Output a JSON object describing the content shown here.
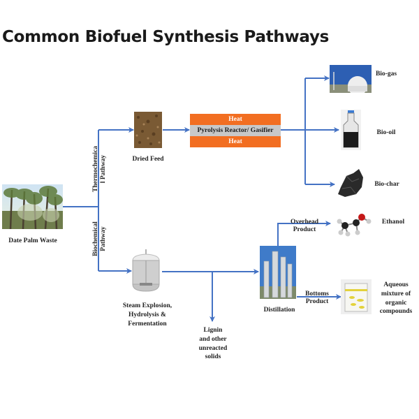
{
  "title": "Common Biofuel Synthesis Pathways",
  "colors": {
    "arrow": "#4472c4",
    "heat": "#f26e21",
    "reactor": "#c8c8c8"
  },
  "nodes": {
    "feedstock": {
      "label": "Date Palm Waste",
      "image": "date-palm-trees-photo"
    },
    "dried_feed": {
      "label": "Dried Feed",
      "image": "dried-biomass-photo"
    },
    "pyrolysis": {
      "heat_top": "Heat",
      "label": "Pyrolysis  Reactor/ Gasifier",
      "heat_bottom": "Heat"
    },
    "biogas": {
      "label": "Bio-gas",
      "image": "biogas-dome-photo"
    },
    "biooil": {
      "label": "Bio-oil",
      "image": "bio-oil-bottle-photo"
    },
    "biochar": {
      "label": "Bio-char",
      "image": "biochar-lumps-photo"
    },
    "fermenter": {
      "label_lines": [
        "Steam Explosion,",
        "Hydrolysis  &",
        "Fermentation"
      ],
      "image": "fermentation-reactor-photo"
    },
    "lignin": {
      "label_lines": [
        "Lignin",
        "and other",
        "unreacted",
        "solids"
      ]
    },
    "distillation": {
      "label": "Distillation",
      "image": "distillation-column-photo"
    },
    "ethanol": {
      "label": "Ethanol",
      "image": "ethanol-molecule"
    },
    "aqueous": {
      "label_lines": [
        "Aqueous",
        "mixture  of",
        "organic",
        "compounds"
      ],
      "image": "beaker-photo"
    }
  },
  "pathways": {
    "thermochemical": [
      "Thermochemica",
      "l Pathway"
    ],
    "biochemical": [
      "Biochemical",
      "Pathway"
    ]
  },
  "edge_labels": {
    "overhead": [
      "Overhead",
      "Product"
    ],
    "bottoms": [
      "Bottoms",
      "Product"
    ]
  }
}
